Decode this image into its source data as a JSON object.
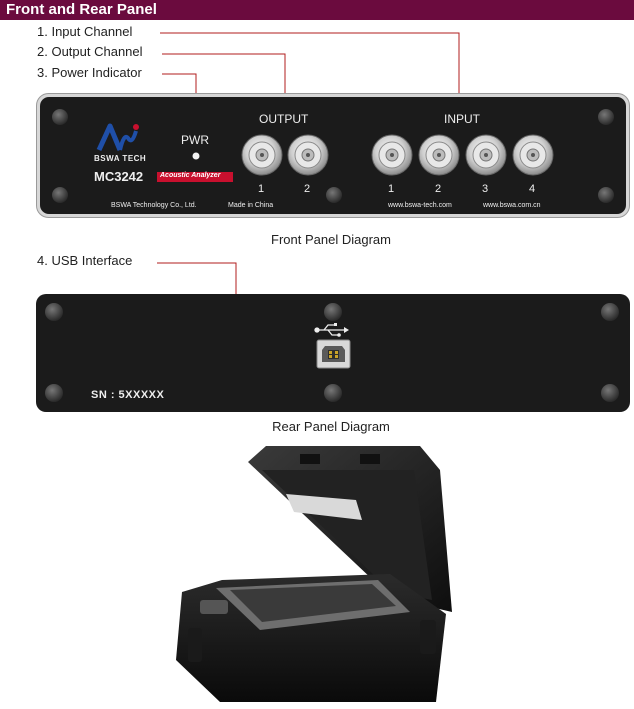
{
  "header": {
    "title": "Front and Rear Panel"
  },
  "callouts": {
    "input_channel": "1. Input Channel",
    "output_channel": "2. Output Channel",
    "power_indicator": "3. Power Indicator",
    "usb_interface": "4. USB Interface"
  },
  "front_panel": {
    "logo_text": "BSWA TECH",
    "model": "MC3242",
    "product_badge": "Acoustic Analyzer",
    "pwr_label": "PWR",
    "output_label": "OUTPUT",
    "input_label": "INPUT",
    "output_numbers": [
      "1",
      "2"
    ],
    "input_numbers": [
      "1",
      "2",
      "3",
      "4"
    ],
    "company": "BSWA Technology Co., Ltd.",
    "made_in": "Made in China",
    "website_1": "www.bswa-tech.com",
    "website_2": "www.bswa.com.cn",
    "caption": "Front Panel Diagram"
  },
  "rear_panel": {
    "serial": "SN : 5XXXXX",
    "caption": "Rear Panel Diagram"
  },
  "colors": {
    "header_bg": "#6b0b3e",
    "leader_line": "#b01c1c",
    "panel": "#1b1b1b",
    "badge": "#c8102e",
    "logo_blue": "#1f4fa8"
  }
}
